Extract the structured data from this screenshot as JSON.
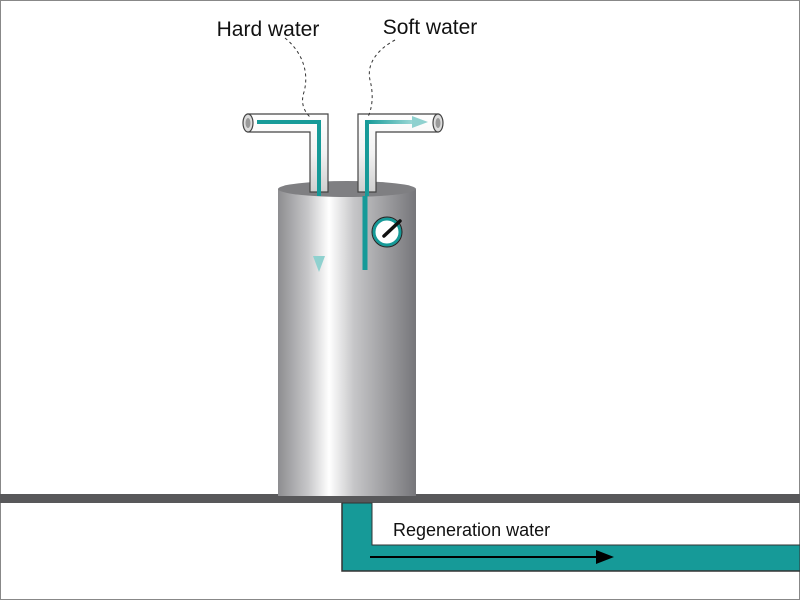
{
  "labels": {
    "hard_water": "Hard water",
    "soft_water": "Soft water",
    "regeneration_water": "Regeneration water"
  },
  "colors": {
    "water_flow": "#169a98",
    "water_flow_light": "#8fd1cf",
    "tank_body": "#a9a9ac",
    "tank_top": "#7f7f82",
    "floor": "#58585a",
    "frame": "#888888",
    "text": "#111111"
  },
  "icons": {
    "gauge": "gauge-icon",
    "flow_arrow": "arrow-icon"
  }
}
